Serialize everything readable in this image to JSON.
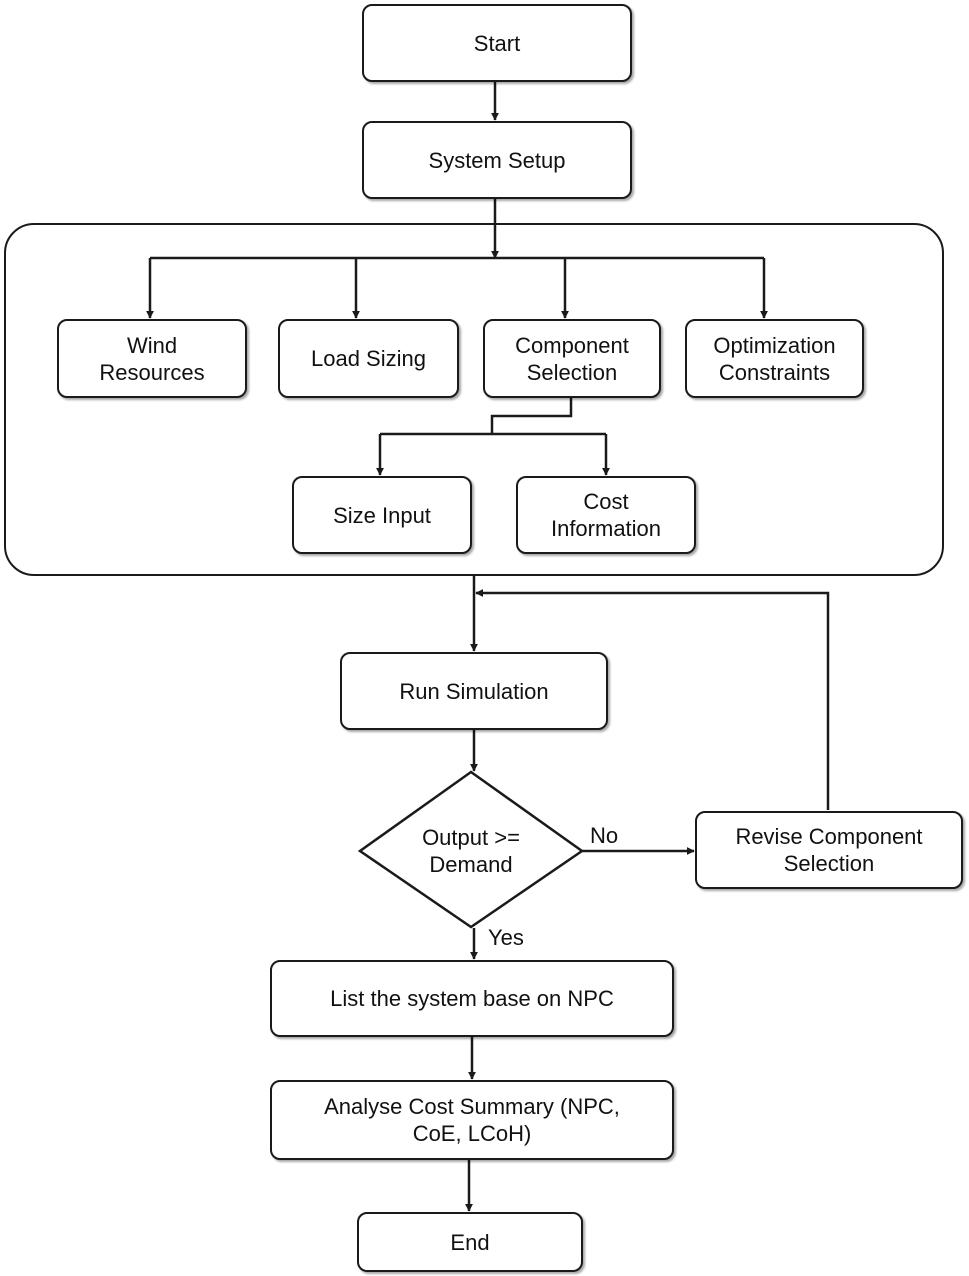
{
  "nodes": {
    "start": "Start",
    "system_setup": "System Setup",
    "wind_resources": "Wind\nResources",
    "load_sizing": "Load Sizing",
    "component_selection": "Component\nSelection",
    "optimization_constraints": "Optimization\nConstraints",
    "size_input": "Size Input",
    "cost_information": "Cost\nInformation",
    "run_simulation": "Run Simulation",
    "decision": "Output >=\nDemand",
    "revise_component_selection": "Revise Component\nSelection",
    "list_system": "List the system base on NPC",
    "analyse_cost": "Analyse Cost Summary (NPC,\nCoE, LCoH)",
    "end": "End"
  },
  "edge_labels": {
    "no": "No",
    "yes": "Yes"
  },
  "colors": {
    "line": "#1a1a1a",
    "background": "#ffffff"
  }
}
